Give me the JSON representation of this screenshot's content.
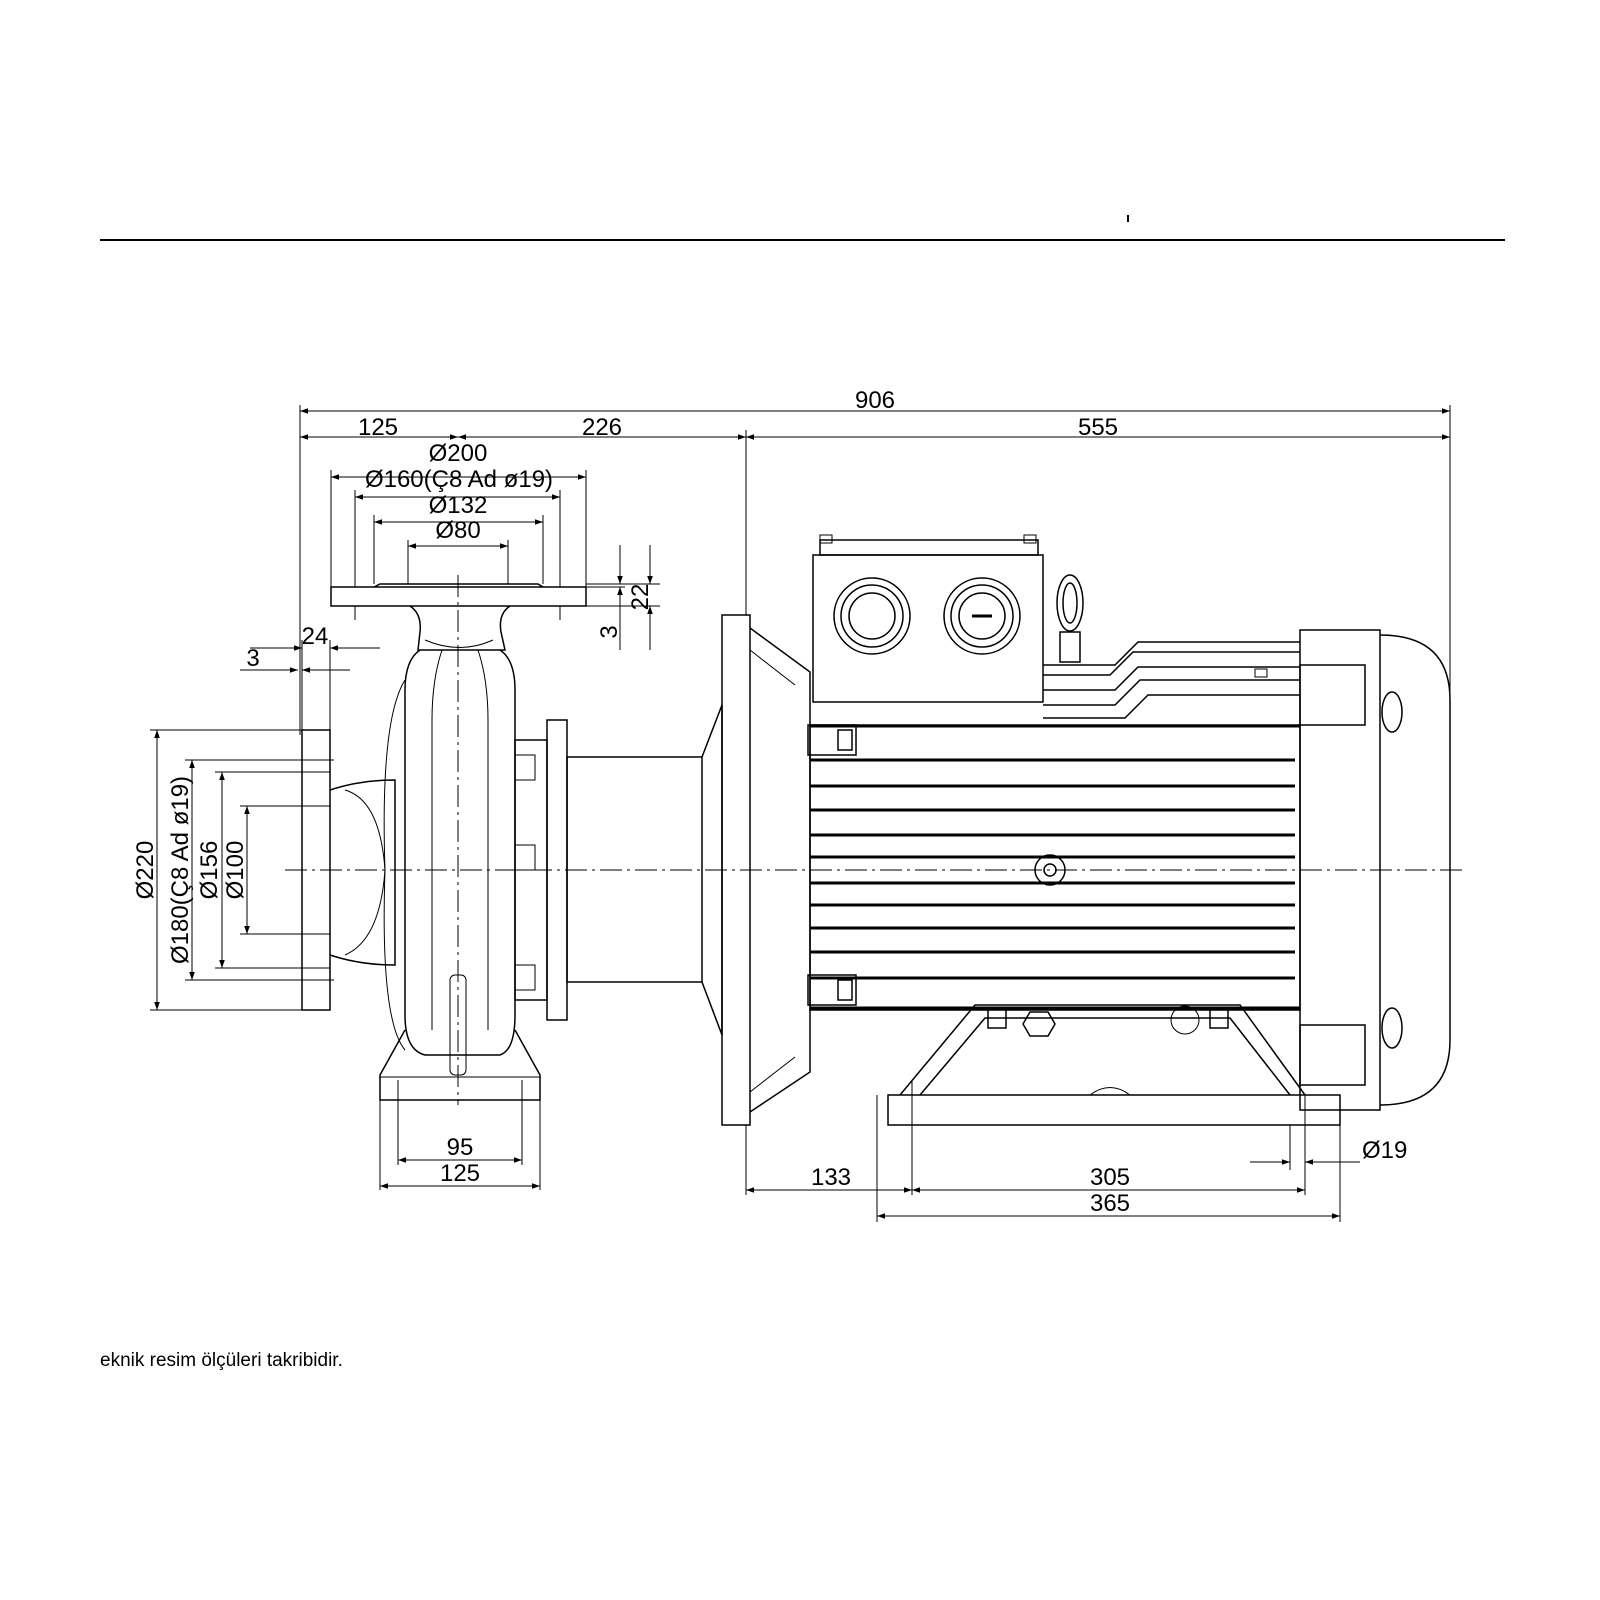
{
  "dimensions": {
    "overall_length": "906",
    "pump_flange_offset": "125",
    "pump_to_motor": "226",
    "motor_length": "555",
    "top_flange_d200": "Ø200",
    "top_flange_d160": "Ø160(Ç8 Ad ø19)",
    "top_flange_d132": "Ø132",
    "top_flange_d80": "Ø80",
    "top_flange_thickness": "22",
    "top_flange_raise": "3",
    "suction_flange_thickness": "24",
    "suction_flange_raise": "3",
    "suction_d220": "Ø220",
    "suction_d180": "Ø180(Ç8 Ad ø19)",
    "suction_d156": "Ø156",
    "suction_d100": "Ø100",
    "pump_foot_inner": "95",
    "pump_foot_outer": "125",
    "motor_foot_offset": "133",
    "motor_foot_holes": "305",
    "motor_foot_length": "365",
    "foot_hole_d": "Ø19"
  },
  "footnote": "eknik resim ölçüleri takribidir."
}
